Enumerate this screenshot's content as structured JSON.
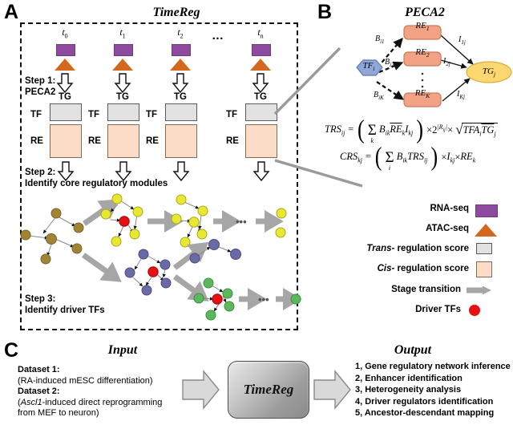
{
  "figure": {
    "panels": {
      "a": {
        "letter": "A",
        "title": "TimeReg"
      },
      "b": {
        "letter": "B",
        "title": "PECA2"
      },
      "c": {
        "letter": "C"
      }
    }
  },
  "panel_a": {
    "timepoints": [
      "t0",
      "t1",
      "t2",
      "tn"
    ],
    "timepoint_base": [
      "t",
      "t",
      "t",
      "t"
    ],
    "timepoint_sub": [
      "0",
      "1",
      "2",
      "n"
    ],
    "ellipsis": "…",
    "steps": [
      {
        "line1": "Step 1:",
        "line2": "PECA2"
      },
      {
        "line1": "Step 2:",
        "line2": "Identify core regulatory modules"
      },
      {
        "line1": "Step 3:",
        "line2": "Identify driver TFs"
      }
    ],
    "box_labels": {
      "tg": "TG",
      "tf": "TF",
      "re": "RE"
    },
    "module_ellipsis": "•••",
    "node_colors": {
      "stage0": "#a08434",
      "stage1": "#e8e830",
      "stage2": "#6a6aa8",
      "stage3": "#5cb85c",
      "driver": "#e81010"
    }
  },
  "panel_b": {
    "tf_node": "TF",
    "tf_sub": "i",
    "re_nodes": [
      {
        "label": "RE",
        "sub": "1"
      },
      {
        "label": "RE",
        "sub": "2"
      },
      {
        "label": "RE",
        "sub": "K"
      }
    ],
    "tg_node": "TG",
    "tg_sub": "j",
    "b_edges": [
      "B",
      "B",
      "B"
    ],
    "b_subs": [
      "i1",
      "i2",
      "iK"
    ],
    "i_edges": [
      "I",
      "I",
      "I"
    ],
    "i_subs": [
      "1j",
      "2j",
      "Kj"
    ],
    "vertical_dots": "·",
    "formulas": [
      "TRS_ij = ( Σ_k  B_ik RẼ_k I_kj ) × 2^|R_ij| × √(TFA_i TG̃_j)",
      "CRS_kj = ( Σ_i  B_ik TRS_ij ) × I_kj × RE_k"
    ],
    "colors": {
      "tf": "#8fa8d8",
      "re": "#f2a285",
      "tg": "#fdd870"
    }
  },
  "legend": {
    "items": [
      {
        "label": "RNA-seq",
        "glyph": "purple-rect",
        "color": "#8e4a9e"
      },
      {
        "label": "ATAC-seq",
        "glyph": "orange-triangle",
        "color": "#d2691e"
      },
      {
        "label_italic": "Trans-",
        "label": " regulation score",
        "glyph": "gray-square",
        "color": "#e2e2e2"
      },
      {
        "label_italic": "Cis-",
        "label": " regulation score",
        "glyph": "peach-square",
        "color": "#fbddc7"
      },
      {
        "label": "Stage transition",
        "glyph": "gray-arrow",
        "color": "#a6a6a6"
      },
      {
        "label": "Driver TFs",
        "glyph": "red-dot",
        "color": "#e81010"
      }
    ]
  },
  "panel_c": {
    "input_title": "Input",
    "output_title": "Output",
    "process_label": "TimeReg",
    "datasets": [
      {
        "name": "Dataset 1:",
        "desc": "(RA-induced mESC differentiation)"
      },
      {
        "name": "Dataset 2:",
        "desc_pre": "(",
        "desc_italic": "Ascl1",
        "desc_post": "-induced direct reprogramming",
        "desc_line2": " from MEF to neuron)"
      }
    ],
    "outputs": [
      "1, Gene regulatory network inference",
      "2, Enhancer identification",
      "3, Heterogeneity analysis",
      "4, Driver regulators identification",
      "5, Ancestor-descendant mapping"
    ]
  }
}
